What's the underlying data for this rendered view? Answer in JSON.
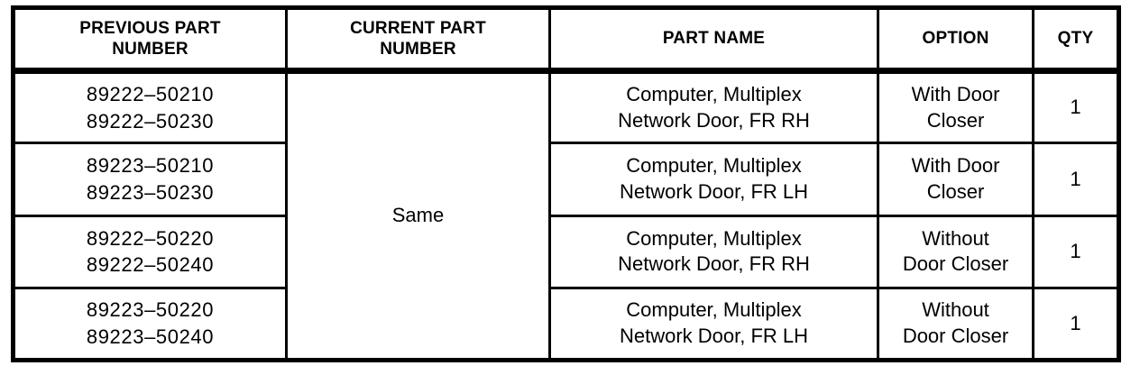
{
  "table": {
    "name": "part-number-cross-reference",
    "columns": [
      {
        "key": "previous_part_number",
        "label_lines": [
          "PREVIOUS PART",
          "NUMBER"
        ]
      },
      {
        "key": "current_part_number",
        "label_lines": [
          "CURRENT PART",
          "NUMBER"
        ]
      },
      {
        "key": "part_name",
        "label_lines": [
          "PART NAME"
        ]
      },
      {
        "key": "option",
        "label_lines": [
          "OPTION"
        ]
      },
      {
        "key": "qty",
        "label_lines": [
          "QTY"
        ]
      }
    ],
    "current_part_number_merged_value": "Same",
    "rows": [
      {
        "previous_part_number": [
          "89222–50210",
          "89222–50230"
        ],
        "part_name": [
          "Computer, Multiplex",
          "Network Door, FR RH"
        ],
        "option": [
          "With Door",
          "Closer"
        ],
        "qty": "1"
      },
      {
        "previous_part_number": [
          "89223–50210",
          "89223–50230"
        ],
        "part_name": [
          "Computer, Multiplex",
          "Network Door, FR LH"
        ],
        "option": [
          "With Door",
          "Closer"
        ],
        "qty": "1"
      },
      {
        "previous_part_number": [
          "89222–50220",
          "89222–50240"
        ],
        "part_name": [
          "Computer, Multiplex",
          "Network Door, FR RH"
        ],
        "option": [
          "Without",
          "Door Closer"
        ],
        "qty": "1"
      },
      {
        "previous_part_number": [
          "89223–50220",
          "89223–50240"
        ],
        "part_name": [
          "Computer, Multiplex",
          "Network Door, FR LH"
        ],
        "option": [
          "Without",
          "Door Closer"
        ],
        "qty": "1"
      }
    ]
  },
  "colors": {
    "page_background": "#ffffff",
    "cell_background": "#ffffff",
    "rule": "#000000",
    "text": "#000000"
  }
}
